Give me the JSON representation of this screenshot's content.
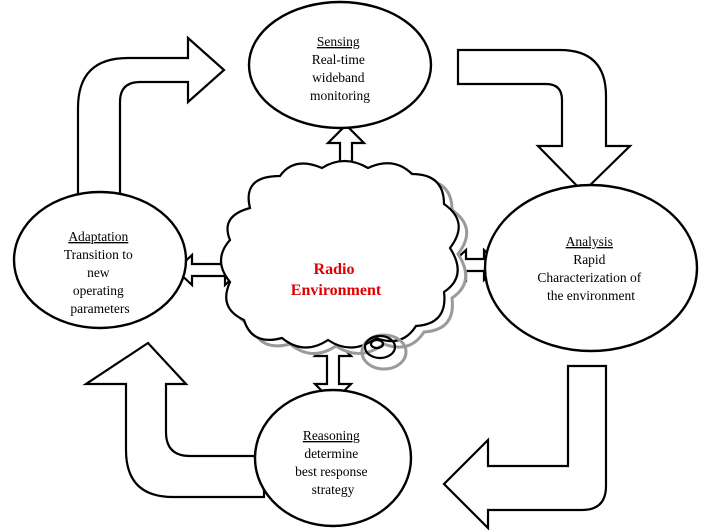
{
  "center": {
    "line1": "Radio",
    "line2": "Environment",
    "color": "#e00000"
  },
  "nodes": {
    "sensing": {
      "title": "Sensing",
      "lines": [
        "Real-time",
        "wideband",
        "monitoring"
      ]
    },
    "analysis": {
      "title": "Analysis",
      "lines": [
        "Rapid",
        "Characterization of",
        "the environment"
      ]
    },
    "reasoning": {
      "title": "Reasoning",
      "lines": [
        "determine",
        "best response",
        "strategy"
      ]
    },
    "adaptation": {
      "title": "Adaptation",
      "lines": [
        "Transition to",
        "new",
        "operating",
        "parameters"
      ]
    }
  },
  "style": {
    "stroke": "#000000",
    "shadow": "#9a9a9a",
    "fill": "#ffffff"
  }
}
